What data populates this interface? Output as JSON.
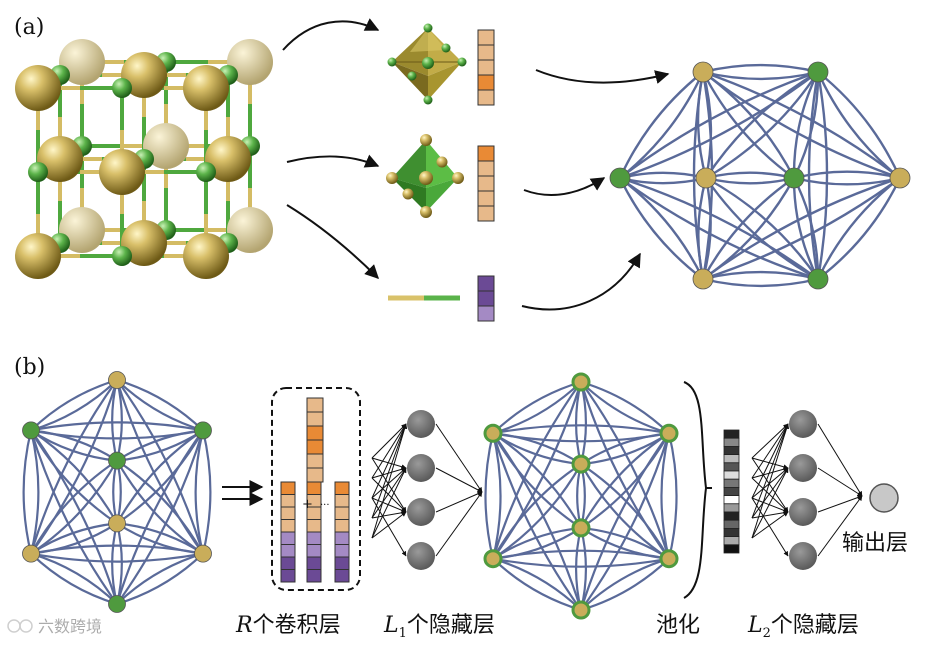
{
  "panels": {
    "a": {
      "label": "(a)"
    },
    "b": {
      "label": "(b)"
    }
  },
  "captions": {
    "conv_var": "R",
    "conv_text": "个卷积层",
    "hidden1_var": "L",
    "hidden1_sub": "1",
    "hidden1_text": "个隐藏层",
    "pooling": "池化",
    "hidden2_var": "L",
    "hidden2_sub": "2",
    "hidden2_text": "个隐藏层",
    "output": "输出层",
    "plus": "+",
    "ellipsis": "···"
  },
  "watermark": "六数跨境",
  "colors": {
    "edge": "#5a6a99",
    "gold_node": "#c9ad5a",
    "green_node": "#4f9a3e",
    "neuron": "#6b6b6b",
    "output_neuron": "#c8c8c8",
    "orange": "#e98a35",
    "tan": "#e7b98a",
    "purple": "#6b4a95",
    "lavender": "#a48ac4"
  },
  "feature_vectors": {
    "a_top": [
      "tan",
      "tan",
      "tan",
      "orange",
      "tan"
    ],
    "a_mid": [
      "orange",
      "tan",
      "tan",
      "tan",
      "tan"
    ],
    "a_bottom": [
      "purple",
      "purple",
      "lavender"
    ],
    "b_top": [
      "tan",
      "tan",
      "orange",
      "orange",
      "tan",
      "tan"
    ],
    "b_stack": [
      "orange",
      "tan",
      "tan",
      "tan",
      "lavender",
      "lavender",
      "purple",
      "purple"
    ]
  },
  "pooled_vector": [
    "#222",
    "#888",
    "#333",
    "#bbb",
    "#555",
    "#ddd",
    "#777",
    "#444",
    "#fff",
    "#999",
    "#222",
    "#666",
    "#333",
    "#aaa",
    "#111"
  ]
}
